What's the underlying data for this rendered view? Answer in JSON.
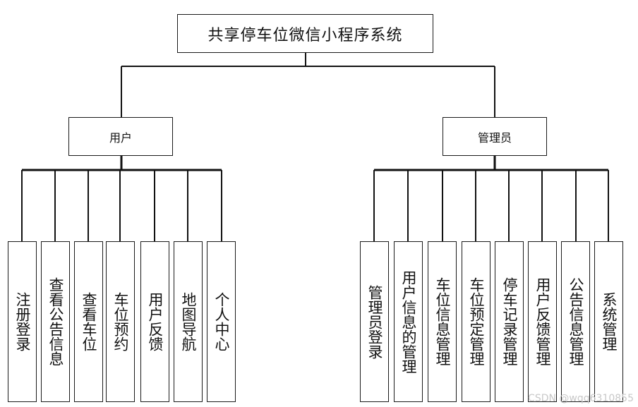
{
  "root": {
    "label": "共享停车位微信小程序系统"
  },
  "branches": [
    {
      "label": "用户",
      "children": [
        "注册登录",
        "查看公告信息",
        "查看车位",
        "车位预约",
        "用户反馈",
        "地图导航",
        "个人中心"
      ]
    },
    {
      "label": "管理员",
      "children": [
        "管理员登录",
        "用户信息的管理",
        "车位信息管理",
        "车位预定管理",
        "停车记录管理",
        "用户反馈管理",
        "公告信息管理",
        "系统管理"
      ]
    }
  ],
  "watermark": "CSDN @wqq6310855"
}
